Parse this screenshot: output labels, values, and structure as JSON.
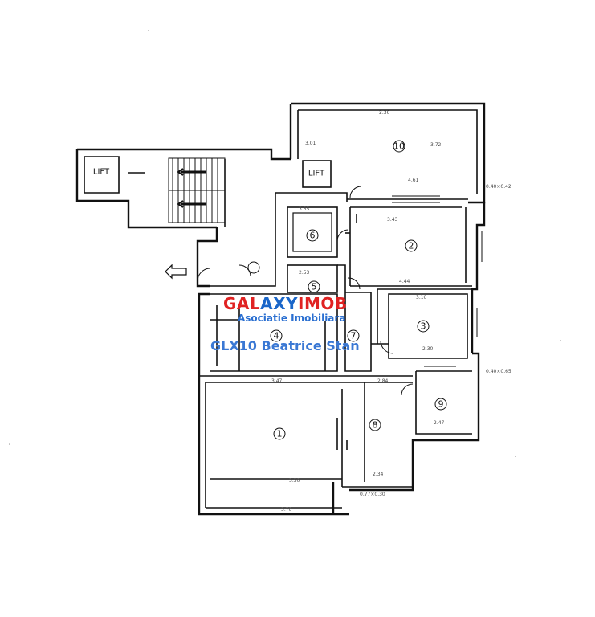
{
  "plan": {
    "lift_labels": [
      "LIFT",
      "LIFT"
    ],
    "room_numbers": [
      "1",
      "2",
      "3",
      "4",
      "5",
      "6",
      "7",
      "8",
      "9",
      "10"
    ]
  },
  "watermark": {
    "brand_part1": "GAL",
    "brand_part2": "AXY",
    "brand_part3": "IMOB",
    "subtitle": "Asociatie Imobiliara",
    "agent": "GLX10 Beatrice Stan"
  },
  "colors": {
    "brand_red": "#e02222",
    "brand_blue": "#1a66c9",
    "line": "#111111"
  }
}
